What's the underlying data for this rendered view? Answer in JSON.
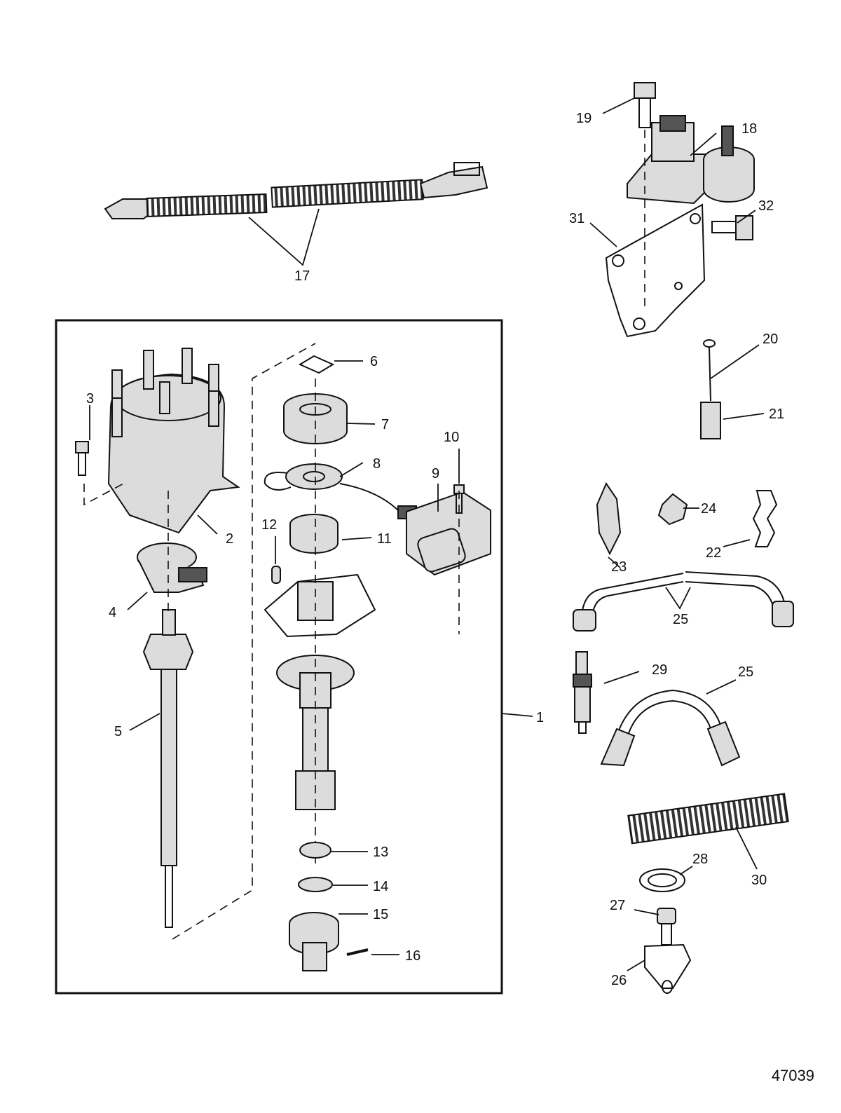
{
  "figure_number": "47039",
  "callouts": {
    "c1": "1",
    "c2": "2",
    "c3": "3",
    "c4": "4",
    "c5": "5",
    "c6": "6",
    "c7": "7",
    "c8": "8",
    "c9": "9",
    "c10": "10",
    "c11": "11",
    "c12": "12",
    "c13": "13",
    "c14": "14",
    "c15": "15",
    "c16": "16",
    "c17": "17",
    "c18": "18",
    "c19": "19",
    "c20": "20",
    "c21": "21",
    "c22": "22",
    "c23": "23",
    "c24": "24",
    "c25a": "25",
    "c25b": "25",
    "c26": "26",
    "c27": "27",
    "c28": "28",
    "c29": "29",
    "c30": "30",
    "c31": "31",
    "c32": "32"
  }
}
